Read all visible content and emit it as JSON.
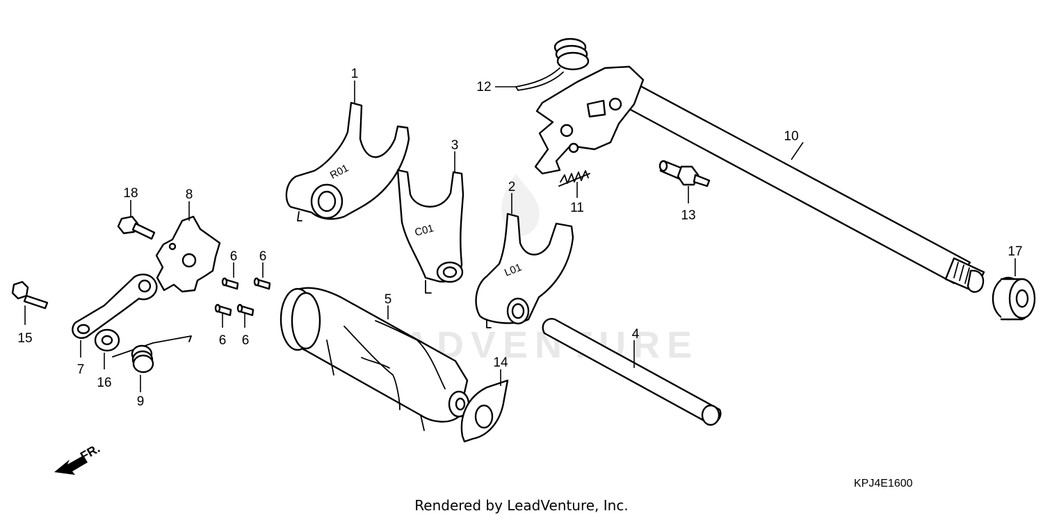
{
  "watermark": "LEADVENTURE",
  "diagram_code": "KPJ4E1600",
  "footer": "Rendered by LeadVenture, Inc.",
  "front_arrow_label": "FR.",
  "fork_stamps": {
    "fork_1": "R01",
    "fork_3": "C01",
    "fork_2": "L01"
  },
  "callouts": {
    "p1": "1",
    "p2": "2",
    "p3": "3",
    "p4": "4",
    "p5": "5",
    "p6a": "6",
    "p6b": "6",
    "p6c": "6",
    "p6d": "6",
    "p7": "7",
    "p8": "8",
    "p9": "9",
    "p10": "10",
    "p11": "11",
    "p12": "12",
    "p13": "13",
    "p14": "14",
    "p15": "15",
    "p16": "16",
    "p17": "17",
    "p18": "18"
  }
}
